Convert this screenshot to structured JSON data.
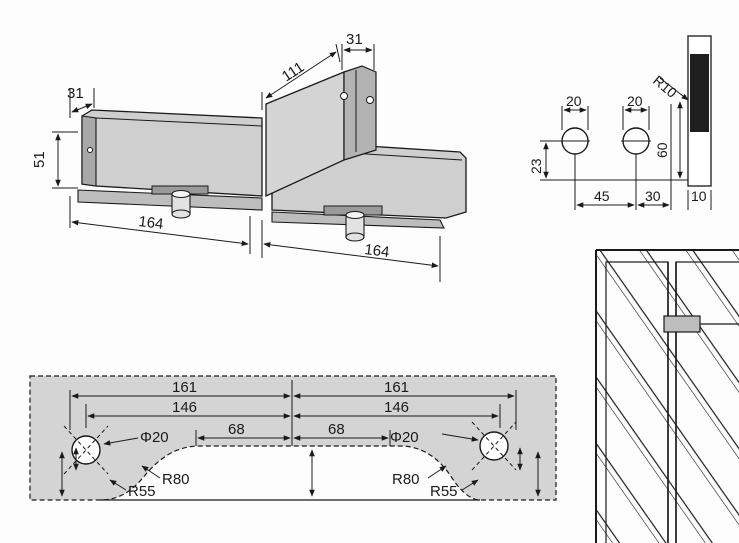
{
  "top_view": {
    "dim_height": "51",
    "dim_left_thickness": "31",
    "dim_fin_depth": "111",
    "dim_fin_thickness": "31",
    "dim_left_length": "164",
    "dim_right_length": "164"
  },
  "hole_detail": {
    "dim_hole_a": "20",
    "dim_hole_b": "20",
    "dim_offset_v": "23",
    "dim_spacing": "45",
    "dim_edge": "30",
    "dim_glass_height": "60",
    "dim_glass_thickness": "10",
    "dim_radius": "R10"
  },
  "plate_cutout": {
    "dim_left_outer": "161",
    "dim_right_outer": "161",
    "dim_left_inner": "146",
    "dim_right_inner": "146",
    "dim_left_flat": "68",
    "dim_right_flat": "68",
    "dim_left_hole": "Φ20",
    "dim_right_hole": "Φ20",
    "dim_left_r80": "R80",
    "dim_right_r80": "R80",
    "dim_left_r55": "R55",
    "dim_right_r55": "R55"
  },
  "colors": {
    "metal": "#c9c9c9",
    "metal_dark": "#9a9a9a",
    "plate": "#d6d6d6",
    "line": "#1a1a1a"
  }
}
